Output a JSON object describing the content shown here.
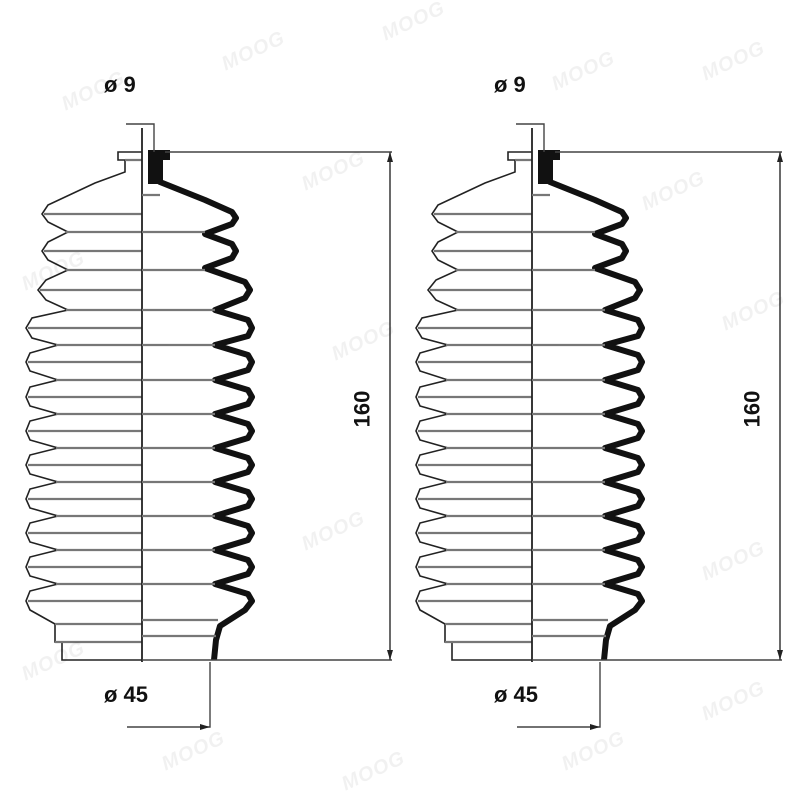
{
  "watermark": "MOOG",
  "colors": {
    "line": "#111111",
    "dim_line": "#444444",
    "fill_dark": "#111111",
    "hatch": "#888888",
    "background": "#ffffff"
  },
  "parts": [
    {
      "id": "left",
      "top_diameter_label": "ø 9",
      "bottom_diameter_label": "ø 45",
      "height_label": "160"
    },
    {
      "id": "right",
      "top_diameter_label": "ø 9",
      "bottom_diameter_label": "ø 45",
      "height_label": "160"
    }
  ],
  "dimensions": {
    "inner_diameter_mm": 9,
    "outer_diameter_mm": 45,
    "length_mm": 160,
    "unit": "mm"
  },
  "icons": {
    "diameter": "ø"
  }
}
